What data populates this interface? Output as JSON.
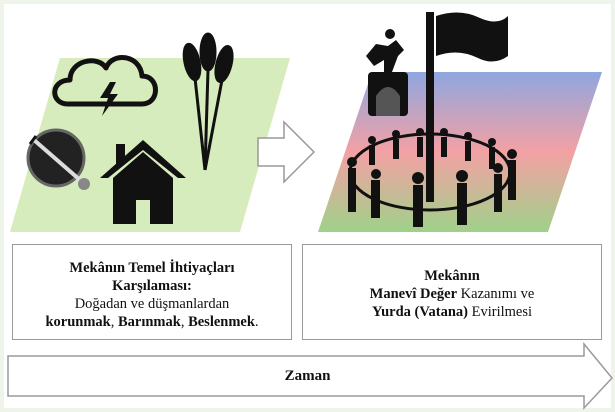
{
  "left_box": {
    "title_line1": "Mekânın Temel İhtiyaçları",
    "title_line2": "Karşılaması:",
    "line3": "Doğadan ve düşmanlardan",
    "need1": "korunmak",
    "sep1": ", ",
    "need2": "Barınmak",
    "sep2": ", ",
    "need3": "Beslenmek",
    "end": "."
  },
  "right_box": {
    "line1": "Mekânın",
    "line2_bold": "Manevî Değer",
    "line2_rest": " Kazanımı ve",
    "line3_bold": "Yurda (Vatana)",
    "line3_rest": " Evirilmesi"
  },
  "timeline": {
    "label": "Zaman"
  },
  "colors": {
    "green_panel": "#d7ecbc",
    "gradient_top": "#8fa7e0",
    "gradient_mid": "#f3a1a4",
    "gradient_bottom": "#9fd18a"
  },
  "icons": [
    "storm-cloud-icon",
    "wheat-icon",
    "shield-sword-icon",
    "house-icon",
    "statue-icon",
    "flag-icon",
    "people-circle-icon",
    "right-arrow-icon",
    "time-arrow-icon"
  ]
}
